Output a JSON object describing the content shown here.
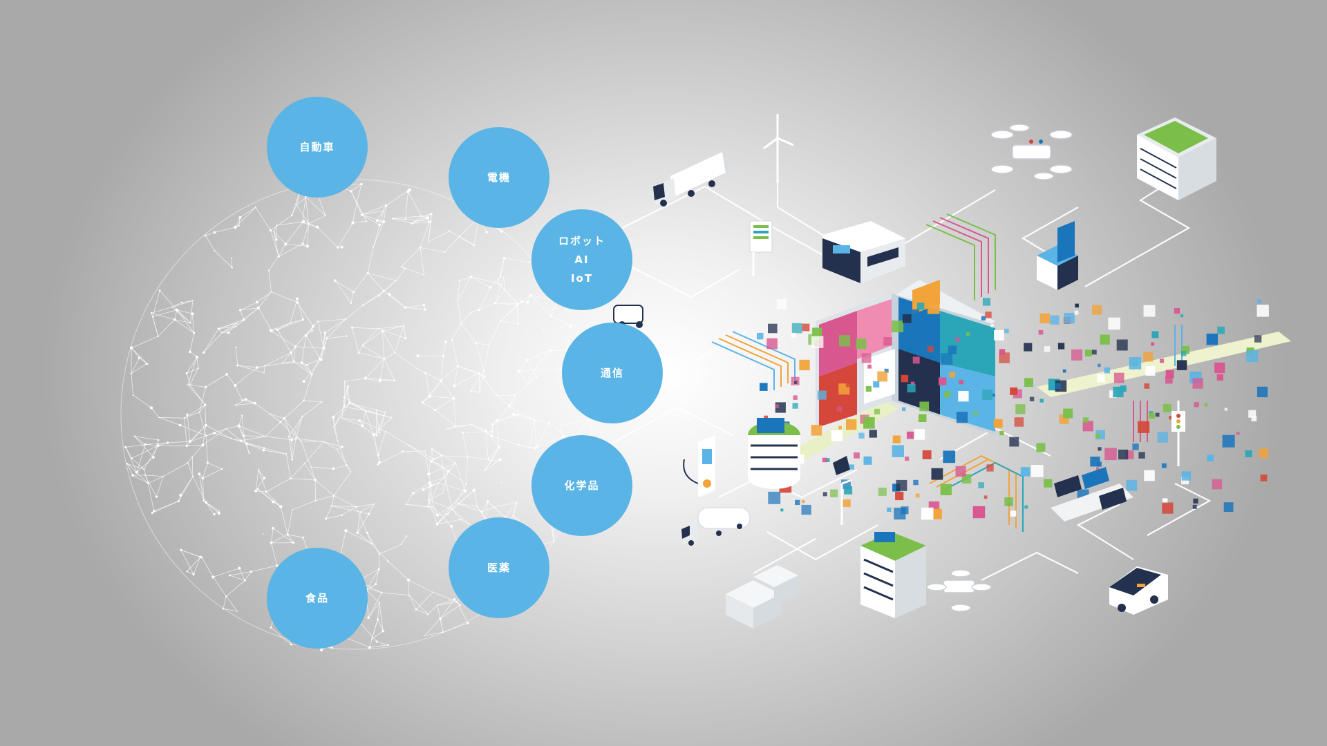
{
  "industries": [
    {
      "id": "automobile",
      "lines": [
        "自動車"
      ]
    },
    {
      "id": "electrical",
      "lines": [
        "電機"
      ]
    },
    {
      "id": "robot-ai-iot",
      "lines": [
        "ロボット",
        "AI",
        "IoT"
      ]
    },
    {
      "id": "telecom",
      "lines": [
        "通信"
      ]
    },
    {
      "id": "chemical",
      "lines": [
        "化学品"
      ]
    },
    {
      "id": "pharma",
      "lines": [
        "医薬"
      ]
    },
    {
      "id": "food",
      "lines": [
        "食品"
      ]
    }
  ],
  "colors": {
    "bubble": "#5ab4e5",
    "background_light": "#ffffff",
    "background_dark": "#a9a9a9",
    "network_line": "#ffffff",
    "accent_pink": "#d8578f",
    "accent_blue": "#1b75bb",
    "accent_teal": "#2aa6b8",
    "accent_orange": "#f2a33a",
    "accent_green": "#7bbf4a",
    "accent_red": "#d4473a",
    "accent_navy": "#23314f"
  },
  "illustrations": [
    "globe-network-icon",
    "truck-icon",
    "wind-turbine-icon",
    "bus-icon",
    "drone-icon",
    "green-roof-building-icon",
    "solar-tower-icon",
    "signboard-icon",
    "robot-cart-icon",
    "ev-charger-icon",
    "tanker-truck-icon",
    "solar-panel-icon",
    "streetlight-icon",
    "office-tower-icon",
    "air-conditioner-icon",
    "autonomous-car-icon",
    "traffic-light-icon",
    "data-cube-icon"
  ]
}
